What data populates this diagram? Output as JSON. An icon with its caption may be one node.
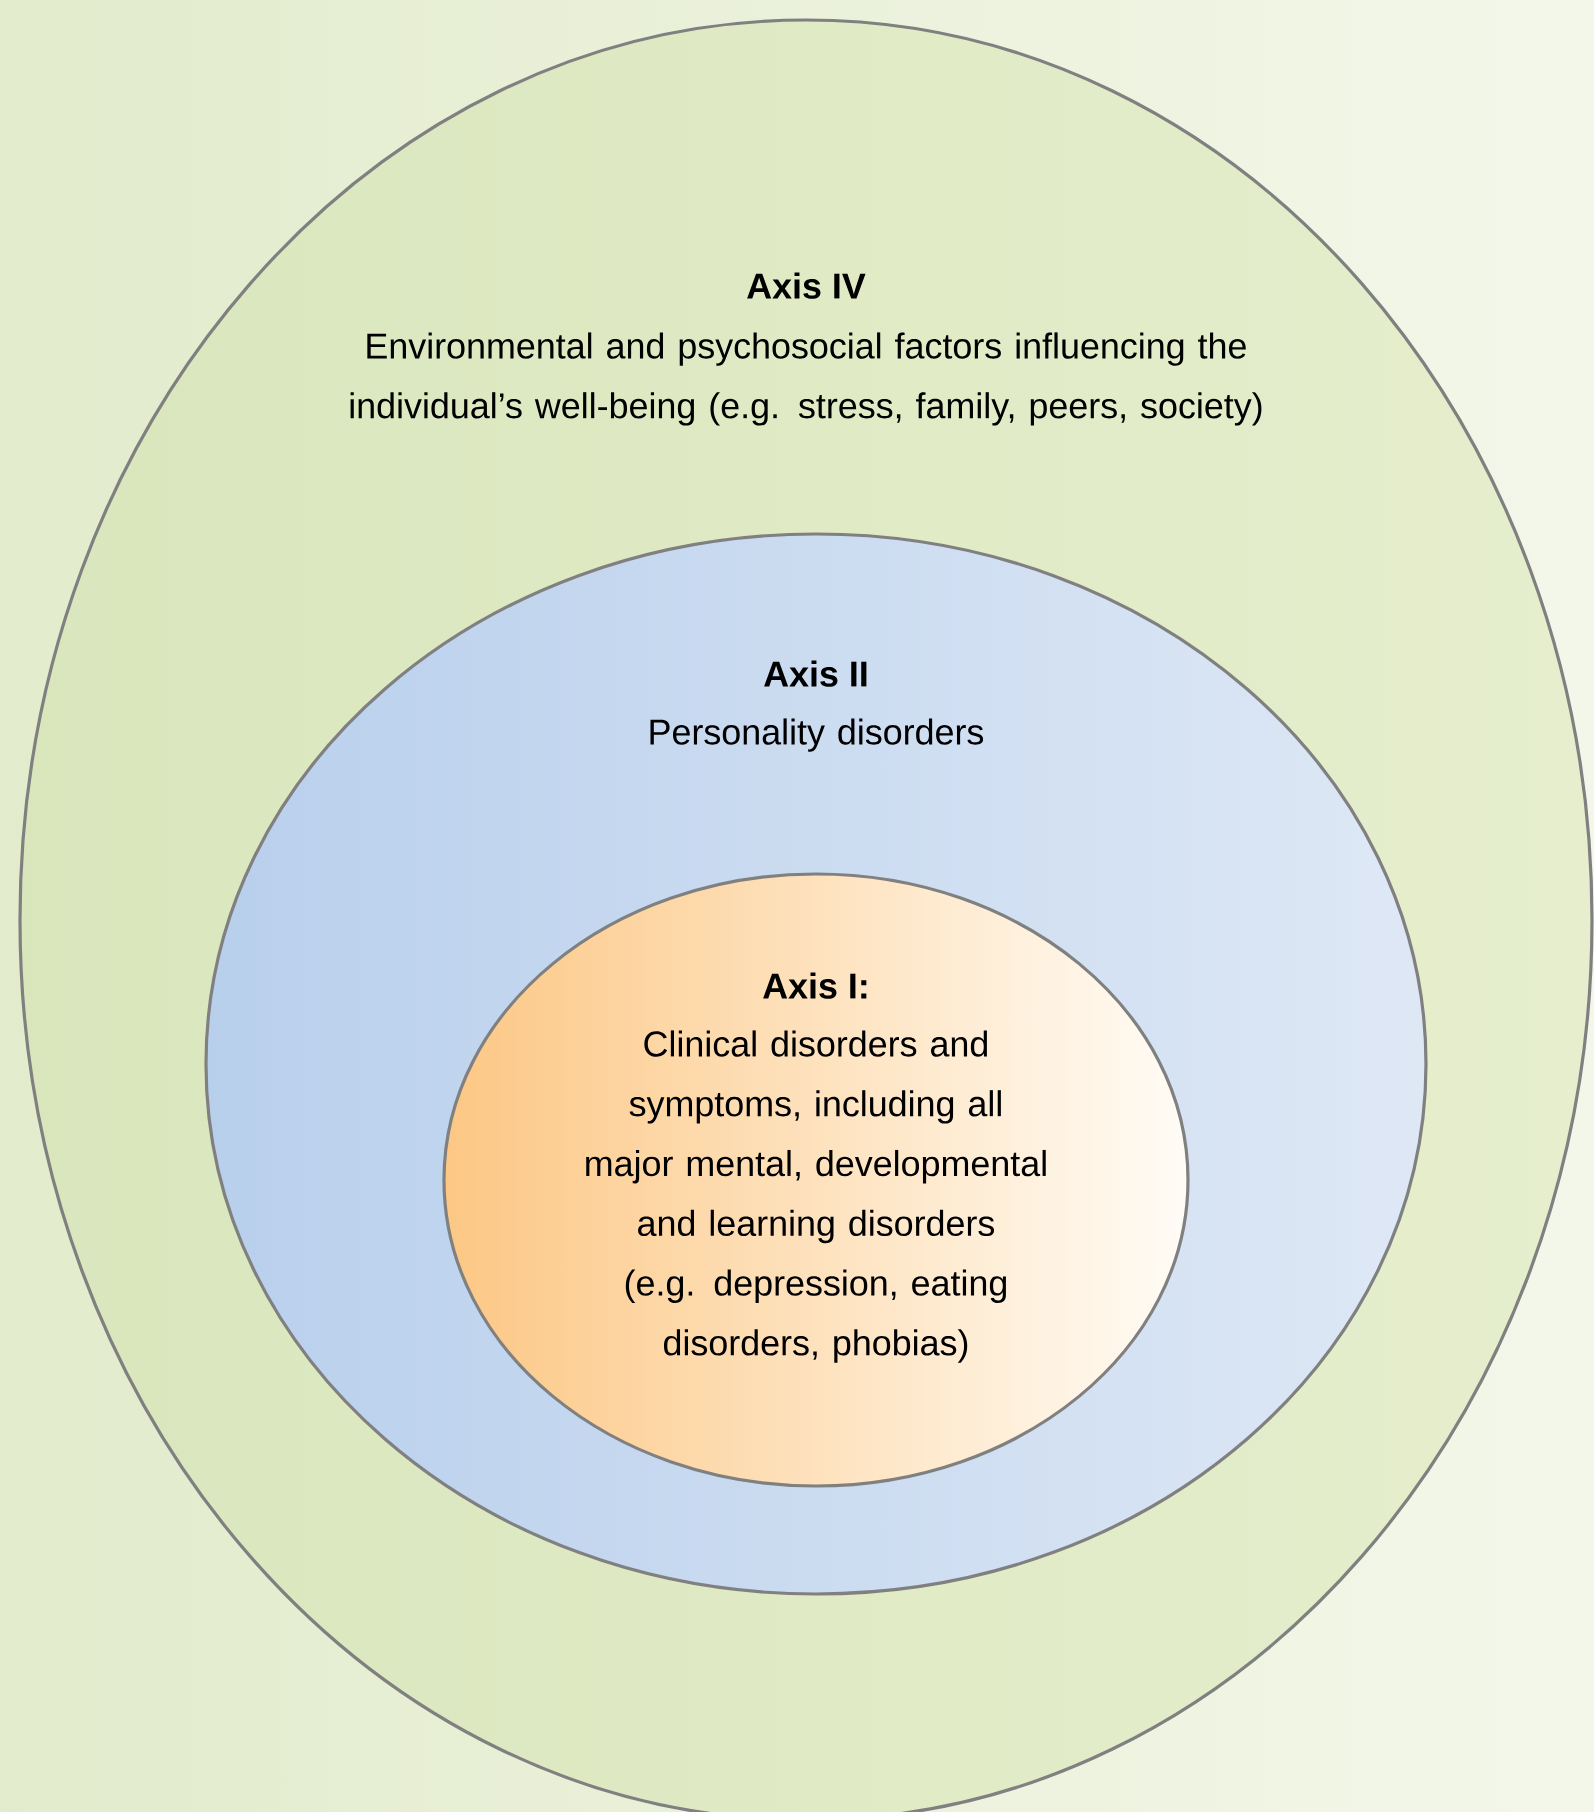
{
  "diagram": {
    "nodes": [
      {
        "text": [
          "Axis IV",
          "Environmental and psychosocial factors influencing the individual’s well-being (e.g. stress, family, peers, society)"
        ]
      },
      {
        "text": [
          "Axis II",
          "Personality disorders"
        ],
        "in": 0
      },
      {
        "text": [
          "Axis I:",
          "Clinical disorders and symptoms, including all major mental, developmental and learning disorders (e.g. depression, eating disorders, phobias)"
        ],
        "in": 1
      }
    ]
  }
}
